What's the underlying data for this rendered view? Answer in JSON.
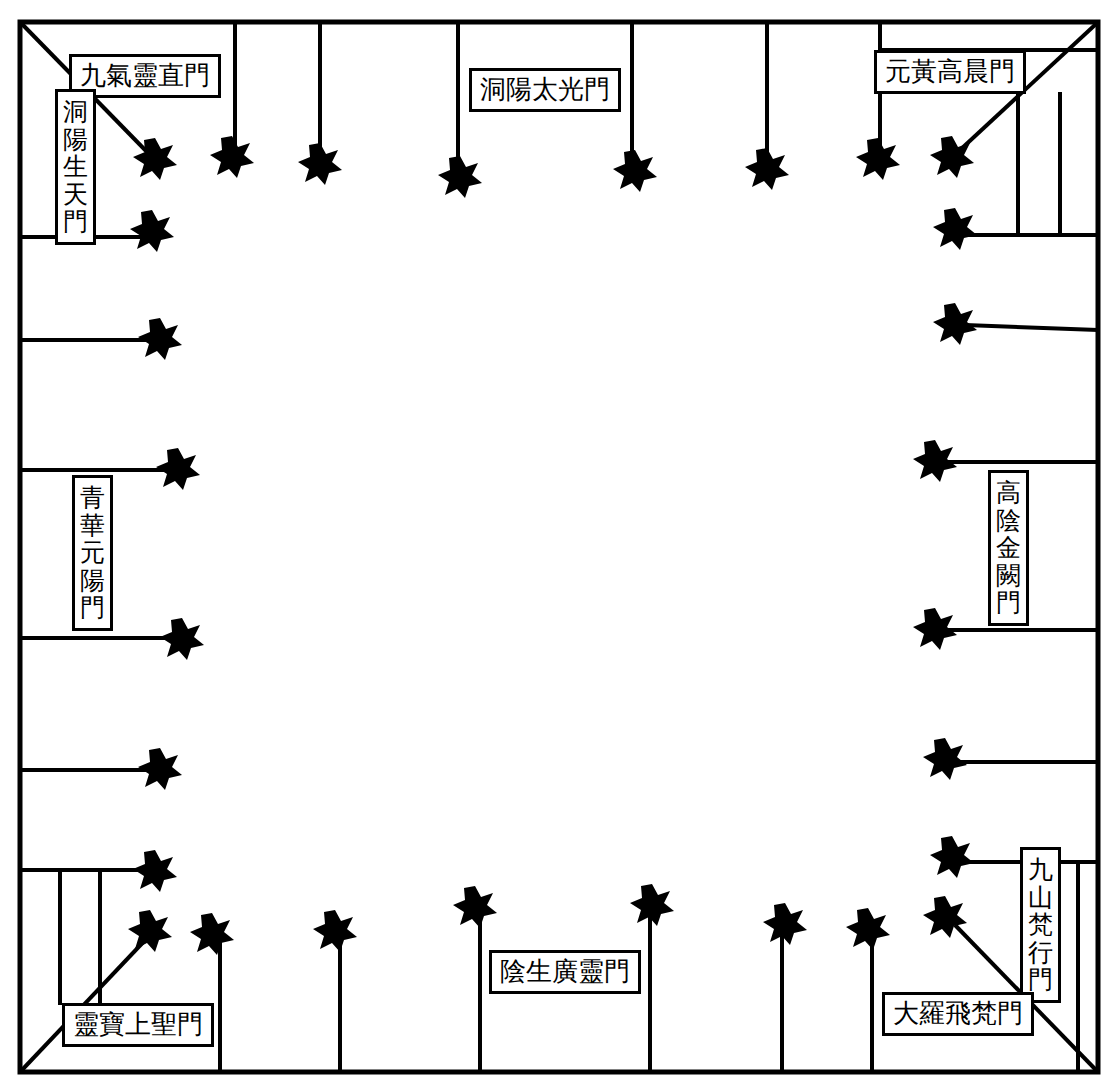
{
  "diagram": {
    "nodes": [
      {
        "text": [
          "九氣靈直門"
        ]
      },
      {
        "text": [
          "洞陽生天門"
        ]
      },
      {
        "text": [
          "洞陽太光門"
        ]
      },
      {
        "text": [
          "元黃高晨門"
        ]
      },
      {
        "text": [
          "青華元陽門"
        ]
      },
      {
        "text": [
          "高陰金闕門"
        ]
      },
      {
        "text": [
          "靈寶上聖門"
        ]
      },
      {
        "text": [
          "陰生廣靈門"
        ]
      },
      {
        "text": [
          "九山梵行門"
        ]
      },
      {
        "text": [
          "大羅飛梵門"
        ]
      }
    ]
  }
}
